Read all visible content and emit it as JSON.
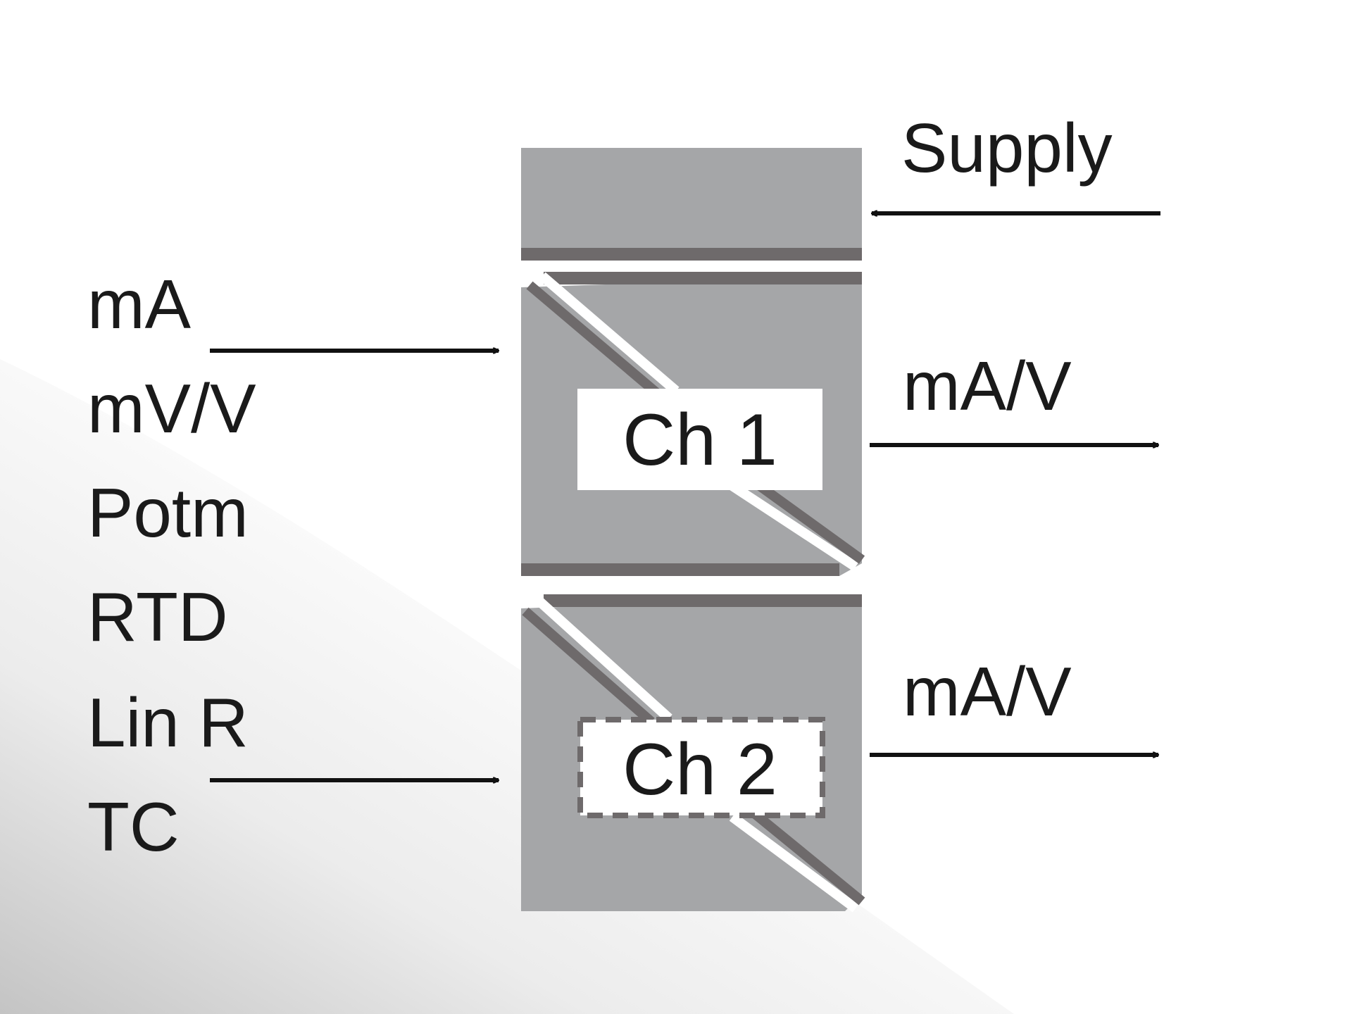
{
  "input_types": [
    "mA",
    "mV/V",
    "Potm",
    "RTD",
    "Lin R",
    "TC"
  ],
  "supply_label": "Supply",
  "outputs": [
    "mA/V",
    "mA/V"
  ],
  "channels": [
    "Ch 1",
    "Ch 2"
  ],
  "colors": {
    "module_fill": "#a5a6a8",
    "module_dark": "#6e6a6b",
    "line": "#111111",
    "channel_box": "#ffffff"
  }
}
